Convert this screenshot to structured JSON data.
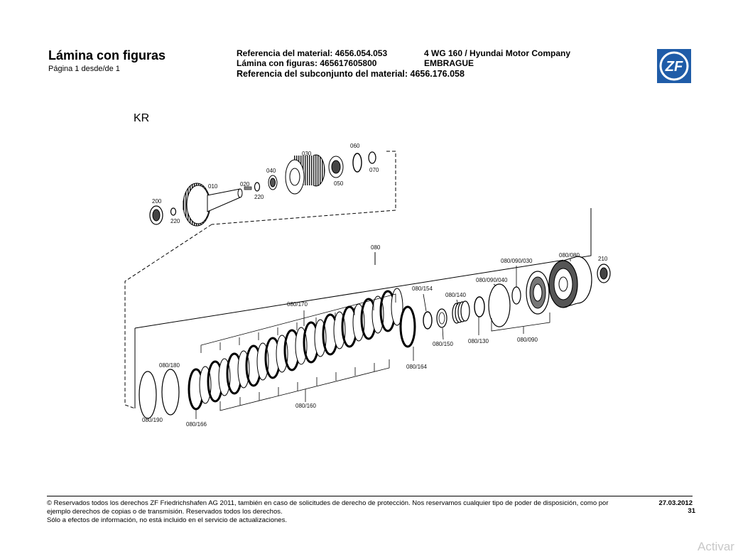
{
  "header": {
    "title": "Lámina con figuras",
    "page": "Página 1 desde/de 1",
    "material_ref": "Referencia del material: 4656.054.053",
    "figure_sheet": "Lámina con figuras: 465617605800",
    "subassembly_ref": "Referencia del subconjunto del material: 4656.176.058",
    "model": "4 WG 160 / Hyundai Motor Company",
    "group": "EMBRAGUE",
    "logo_text": "ZF",
    "brand_color": "#1f5ca8"
  },
  "diagram": {
    "code": "KR",
    "labels": {
      "p010": "010",
      "p020": "020",
      "p030": "030",
      "p040": "040",
      "p050": "050",
      "p060": "060",
      "p070": "070",
      "p080": "080",
      "p200": "200",
      "p210": "210",
      "p220a": "220",
      "p220b": "220",
      "p080_080": "080/080",
      "p080_090": "080/090",
      "p080_090_030": "080/090/030",
      "p080_090_040": "080/090/040",
      "p080_130": "080/130",
      "p080_140": "080/140",
      "p080_150": "080/150",
      "p080_154": "080/154",
      "p080_160": "080/160",
      "p080_164": "080/164",
      "p080_166": "080/166",
      "p080_170": "080/170",
      "p080_180": "080/180",
      "p080_190": "080/190"
    }
  },
  "footer": {
    "line1": "© Reservados todos los derechos ZF Friedrichshafen AG 2011, también en caso de solicitudes de derecho de protección. Nos reservamos cualquier tipo de poder de disposición, como por",
    "line2": "ejemplo derechos de copias o de transmisión. Reservados todos los derechos.",
    "line3": "Sólo a efectos de información, no está incluido en el servicio de actualizaciones.",
    "date": "27.03.2012",
    "page_number": "31"
  },
  "overlay": {
    "watermark": "Activar"
  }
}
